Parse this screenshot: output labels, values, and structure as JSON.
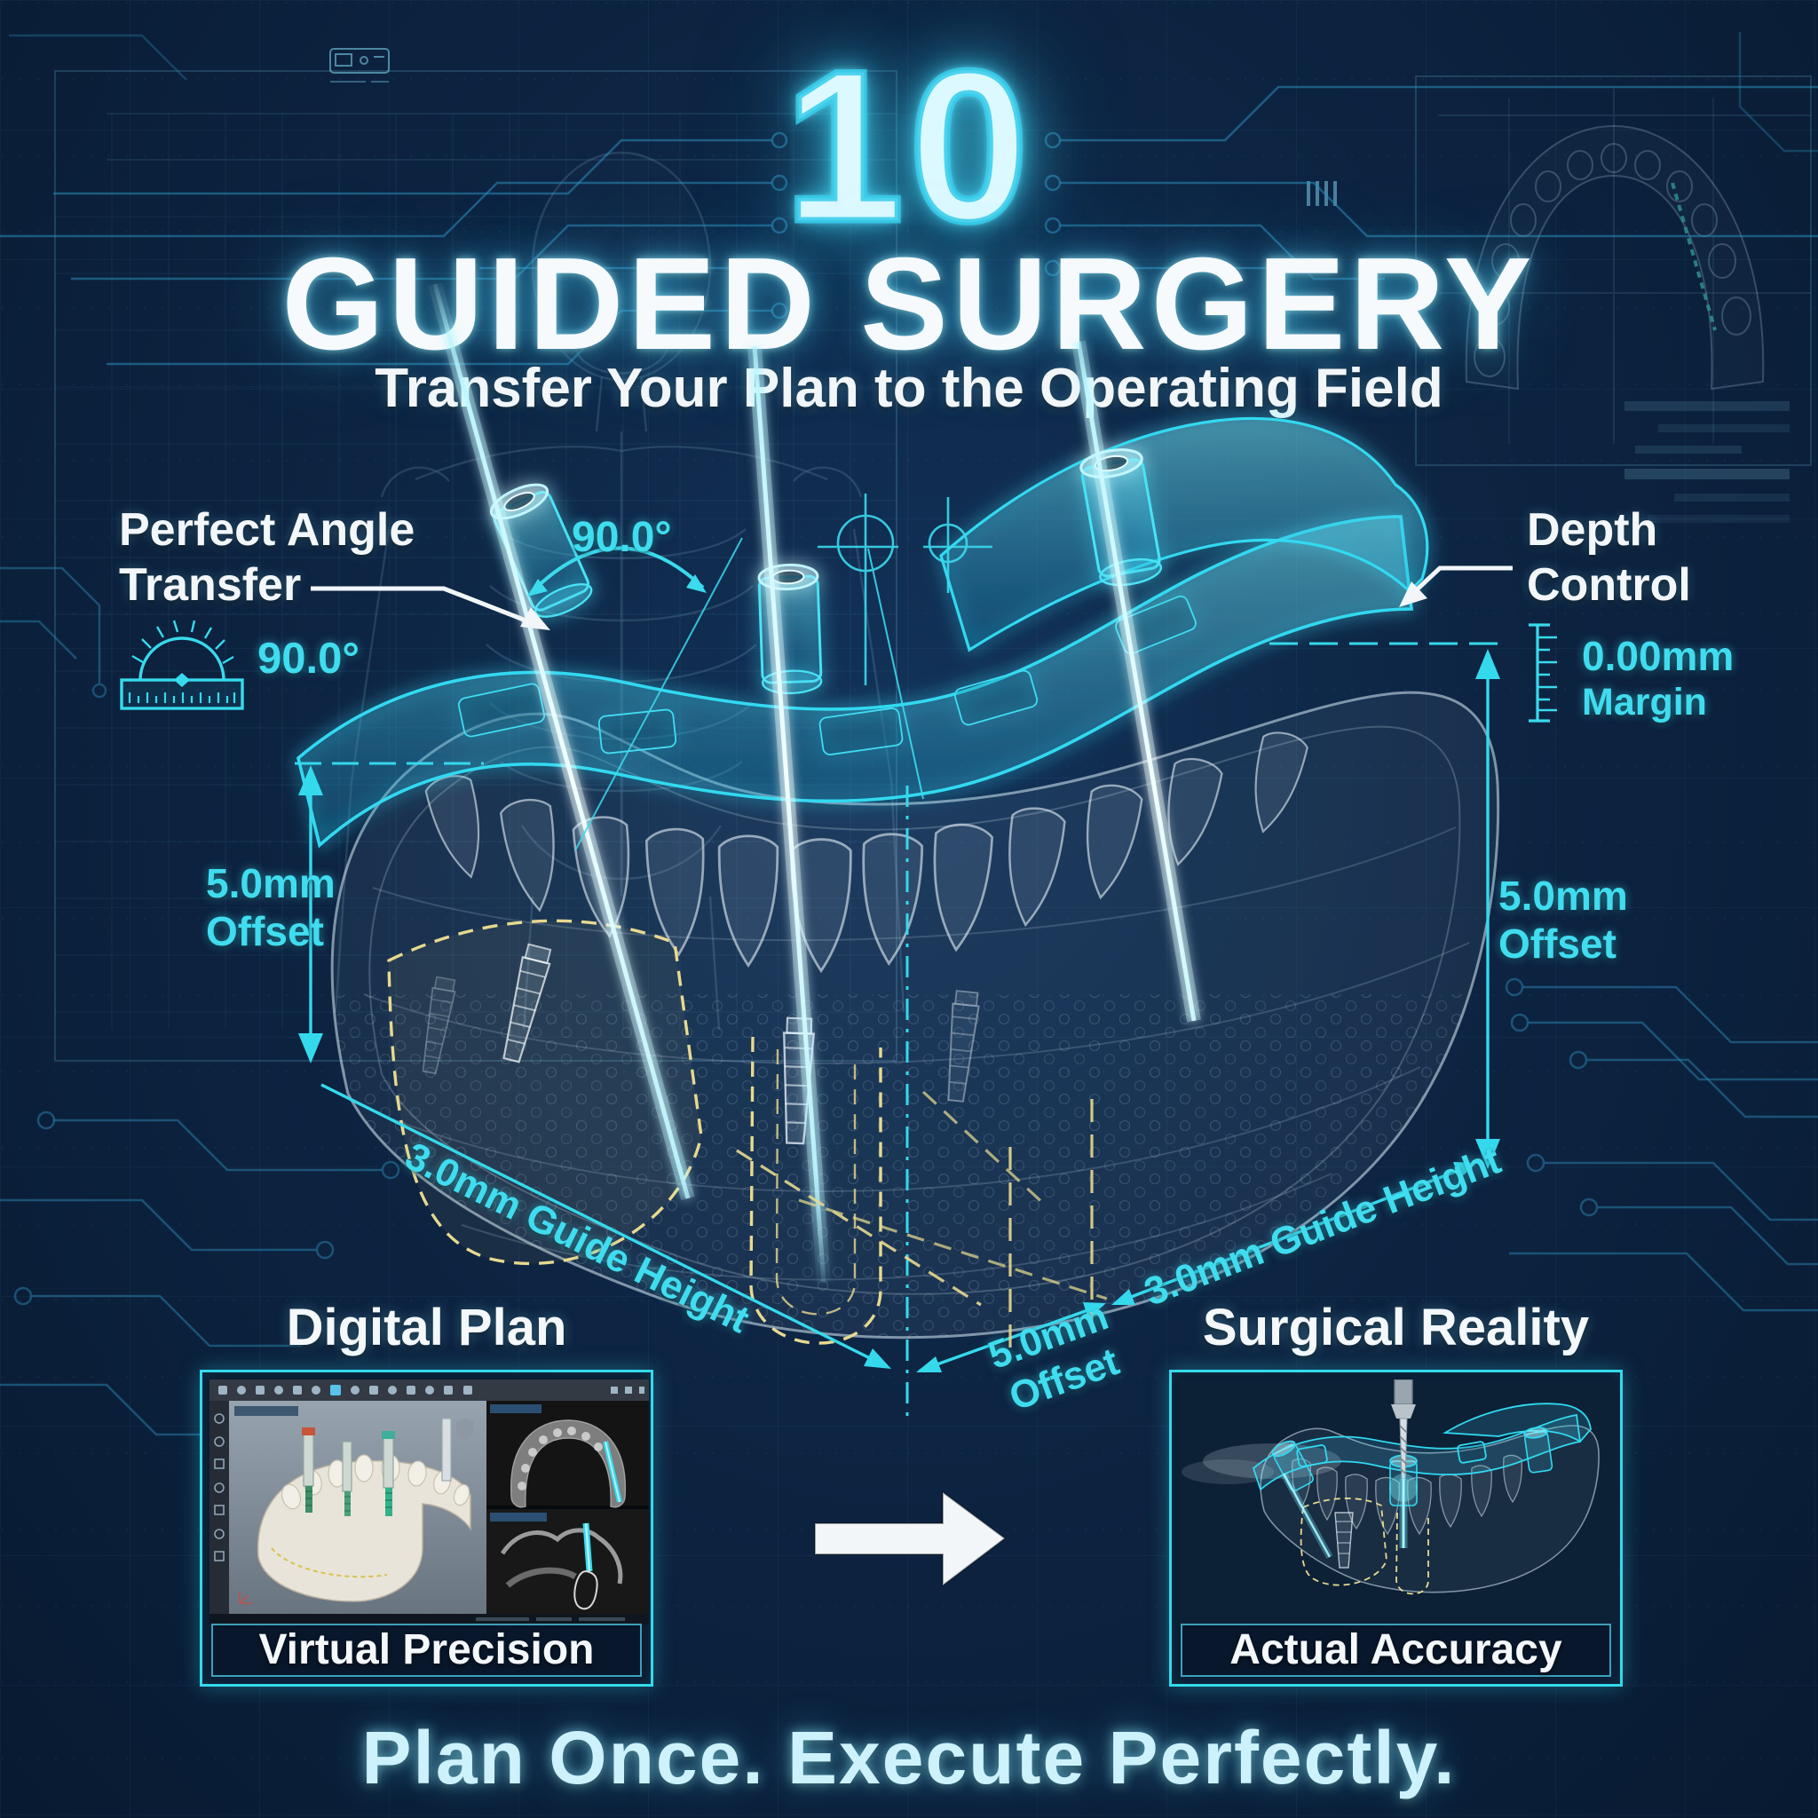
{
  "header": {
    "number": "10",
    "title": "GUIDED SURGERY",
    "subtitle": "Transfer Your Plan to the Operating Field"
  },
  "callouts": {
    "perfect_angle": {
      "line1": "Perfect Angle",
      "line2": "Transfer",
      "value": "90.0°"
    },
    "angle_arc": {
      "value": "90.0°"
    },
    "depth_control": {
      "line1": "Depth",
      "line2": "Control",
      "value": "0.00mm",
      "label": "Margin"
    },
    "offset_left": {
      "value": "5.0mm",
      "label": "Offset"
    },
    "offset_right": {
      "value": "5.0mm",
      "label": "Offset"
    },
    "offset_bottom": {
      "value": "5.0mm",
      "label": "Offset"
    },
    "guide_height_left": {
      "label": "3.0mm Guide Height"
    },
    "guide_height_right": {
      "label": "3.0mm Guide Height"
    }
  },
  "panels": {
    "digital_plan": {
      "title": "Digital Plan",
      "caption": "Virtual Precision"
    },
    "surgical_reality": {
      "title": "Surgical Reality",
      "caption": "Actual Accuracy"
    }
  },
  "footer": {
    "tagline": "Plan Once. Execute Perfectly."
  },
  "colors": {
    "background": "#0c2140",
    "accent": "#35d9ec",
    "accent_glow": "#baf2ff",
    "heading_white": "#f5f8fb",
    "dashed_yellow": "#e8d98f",
    "number_fill": "#d9f8ff"
  },
  "icons": {
    "protractor": "protractor-icon",
    "depth_gauge": "depth-gauge-icon",
    "flow_arrow": "right-arrow-icon",
    "crosshair": "crosshair-icon"
  }
}
